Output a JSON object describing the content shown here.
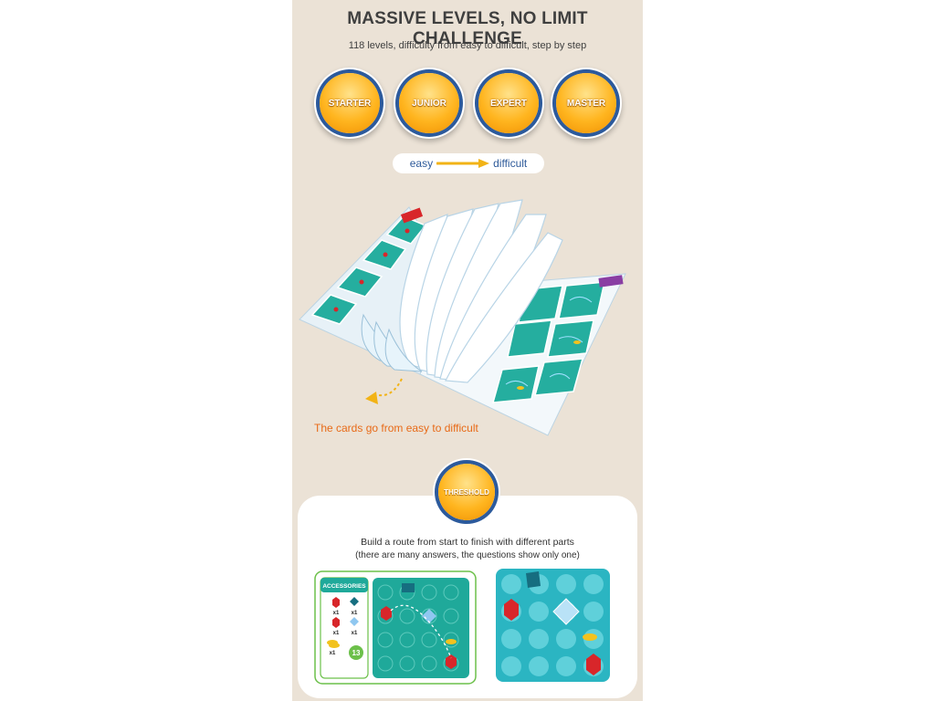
{
  "header": {
    "title": "MASSIVE LEVELS, NO LIMIT CHALLENGE",
    "subtitle": "118 levels, difficulty from easy to difficult, step by step"
  },
  "levels": [
    "STARTER",
    "JUNIOR",
    "EXPERT",
    "MASTER"
  ],
  "difficulty": {
    "from": "easy",
    "to": "difficult"
  },
  "book": {
    "caption": "The cards go from easy to difficult"
  },
  "threshold": {
    "badge": "THRESHOLD",
    "line1": "Build a route from start to finish with different parts",
    "line2": "(there are many answers, the questions show only one)"
  },
  "accessories": {
    "title": "ACCESSORIES",
    "qty": [
      "x1",
      "x1",
      "x1",
      "x1",
      "x1"
    ],
    "level_number": "13"
  },
  "colors": {
    "background": "#ebe2d6",
    "badge_gold": "#ffb51f",
    "badge_ring": "#2c5a9c",
    "teal": "#1fa99a",
    "caption_orange": "#e86a17",
    "accent_green": "#6cc04a"
  }
}
